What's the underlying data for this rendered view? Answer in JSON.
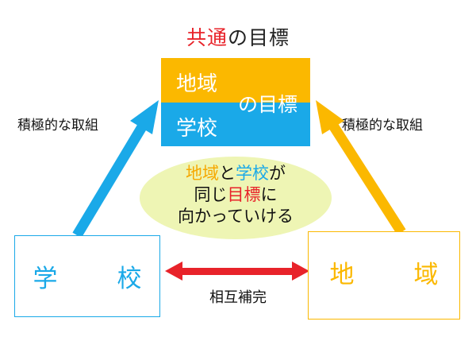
{
  "title": {
    "part1": "共通",
    "part2": "の目標"
  },
  "colors": {
    "orange": "#fbb800",
    "blue": "#1aa9e8",
    "red": "#e8232a",
    "oval": "#eef5b4"
  },
  "goal_box": {
    "top_label": "地域",
    "bottom_label": "学校",
    "suffix": "の目標"
  },
  "left_arrow_label": "積極的な取組",
  "right_arrow_label": "積極的な取組",
  "center_oval": {
    "line1": {
      "a": "地域",
      "b": "と",
      "c": "学校",
      "d": "が"
    },
    "line2": {
      "a": "同じ",
      "b": "目標",
      "c": "に"
    },
    "line3": "向かっていける"
  },
  "node_school": {
    "label": "学　校"
  },
  "node_region": {
    "label": "地　域"
  },
  "bottom_label": "相互補完"
}
